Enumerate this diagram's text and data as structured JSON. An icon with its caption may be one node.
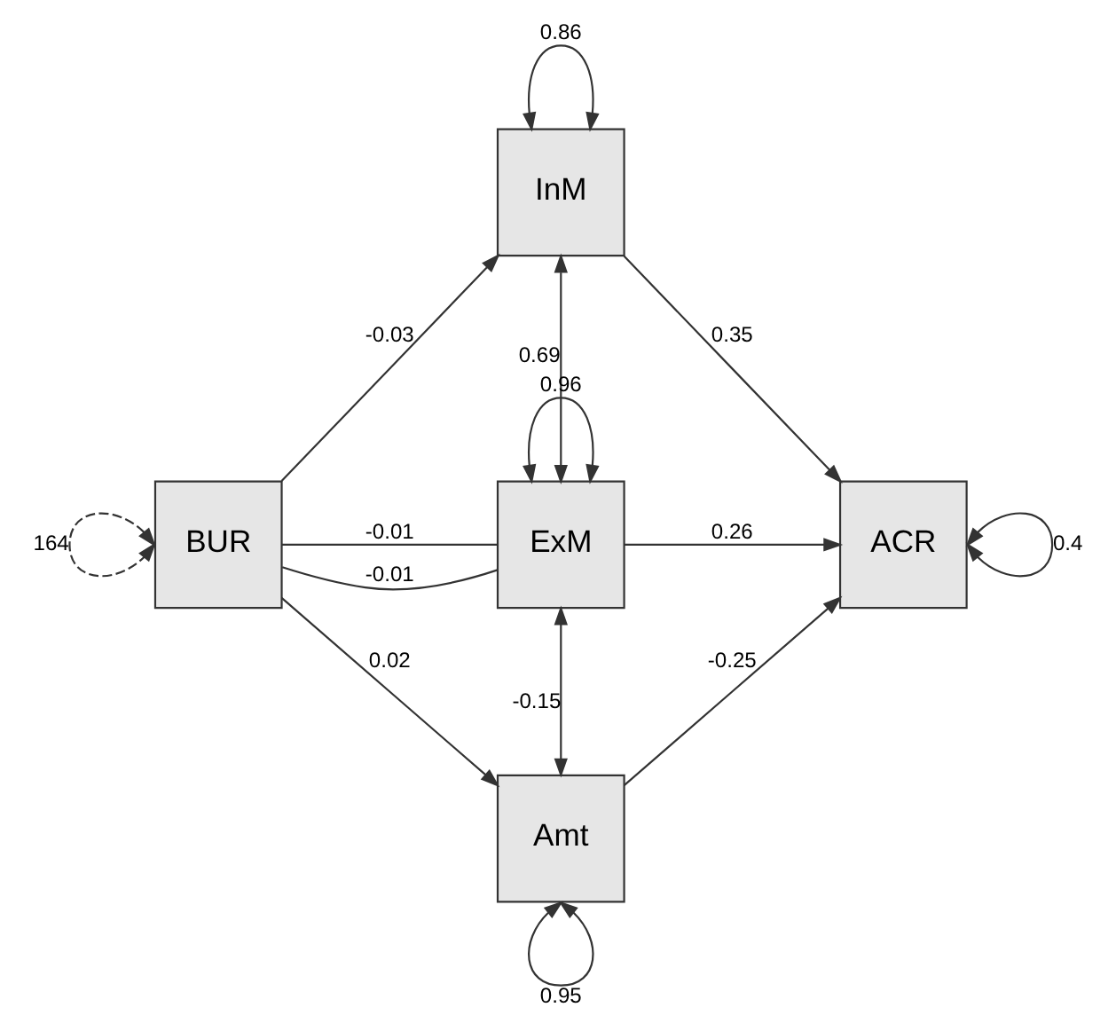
{
  "diagram": {
    "nodes": [
      {
        "text": [
          "InM"
        ]
      },
      {
        "text": [
          "BUR"
        ]
      },
      {
        "text": [
          "ExM"
        ]
      },
      {
        "text": [
          "ACR"
        ]
      },
      {
        "text": [
          "Amt"
        ]
      }
    ],
    "edges": [
      {
        "from": 0,
        "to": 0,
        "arrow": "both",
        "label": "0.86"
      },
      {
        "from": 1,
        "to": 1,
        "arrow": "both",
        "label": "164",
        "style": "dashed"
      },
      {
        "from": 2,
        "to": 2,
        "arrow": "both",
        "label": "0.96"
      },
      {
        "from": 3,
        "to": 3,
        "arrow": "both",
        "label": "0.4"
      },
      {
        "from": 4,
        "to": 4,
        "arrow": "both",
        "label": "0.95"
      },
      {
        "from": 1,
        "to": 0,
        "arrow": "to",
        "label": "-0.03"
      },
      {
        "from": 1,
        "to": 2,
        "arrow": "none",
        "label": "-0.01"
      },
      {
        "from": 1,
        "to": 2,
        "arrow": "none",
        "label": "-0.01"
      },
      {
        "from": 1,
        "to": 4,
        "arrow": "to",
        "label": "0.02"
      },
      {
        "from": 0,
        "to": 2,
        "arrow": "both",
        "label": "0.69"
      },
      {
        "from": 2,
        "to": 4,
        "arrow": "both",
        "label": "-0.15"
      },
      {
        "from": 0,
        "to": 3,
        "arrow": "to",
        "label": "0.35"
      },
      {
        "from": 2,
        "to": 3,
        "arrow": "to",
        "label": "0.26"
      },
      {
        "from": 4,
        "to": 3,
        "arrow": "to",
        "label": "-0.25"
      }
    ]
  }
}
